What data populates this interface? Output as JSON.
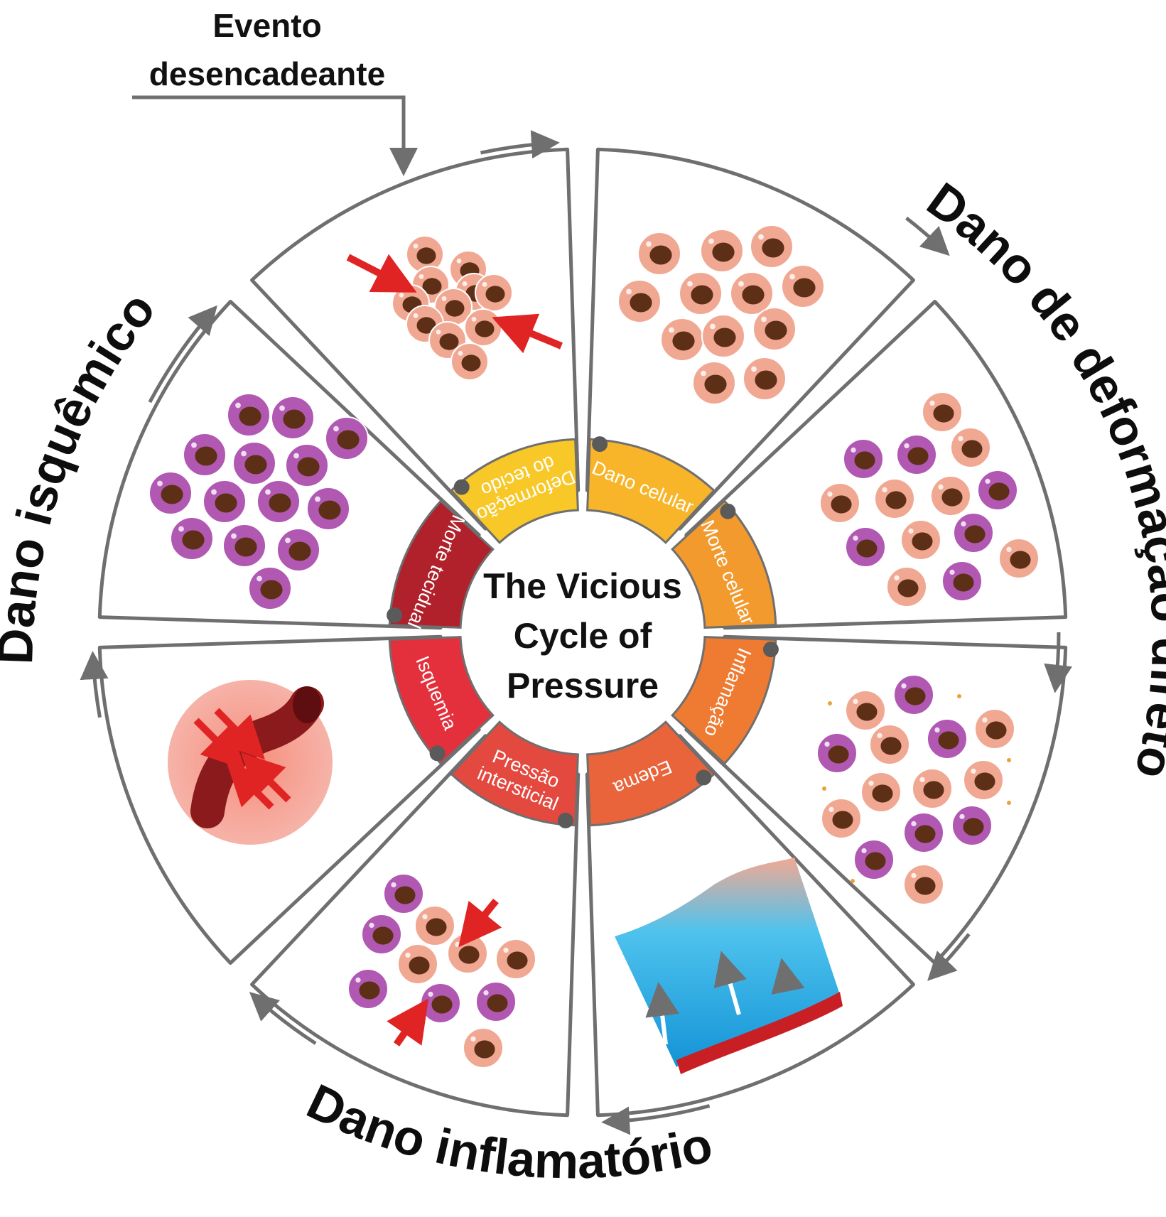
{
  "trigger": {
    "line1": "Evento",
    "line2": "desencadeante"
  },
  "center_title": {
    "line1": "The Vicious",
    "line2": "Cycle of",
    "line3": "Pressure"
  },
  "outer_labels": {
    "direct": "Dano de deformação direto",
    "inflammatory": "Dano inflamatório",
    "ischemic": "Dano isquêmico"
  },
  "ring_segments": [
    {
      "label": "Dano celular",
      "color": "#f8b52a"
    },
    {
      "label": "Morte celular",
      "color": "#f39a2e"
    },
    {
      "label": "Inflamação",
      "color": "#ee7b31"
    },
    {
      "label": "Edema",
      "color": "#e9643b"
    },
    {
      "label": "Pressão\nintersticial",
      "color": "#e4493f"
    },
    {
      "label": "Isquemia",
      "color": "#e4303c"
    },
    {
      "label": "Morte tecidual",
      "color": "#b0212b"
    },
    {
      "label": "Deformação\ndo tecido",
      "color": "#f7c828"
    }
  ],
  "colors": {
    "outline": "#6f6f6f",
    "healthy_cell": "#f1a893",
    "dead_cell": "#b158b3",
    "nucleus": "#5e2f17",
    "pressure_arrow": "#e02424"
  }
}
